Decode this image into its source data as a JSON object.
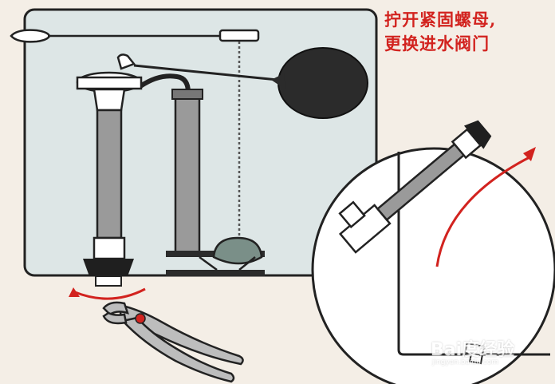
{
  "caption": {
    "line1": "拧开紧固螺母,",
    "line2": "更换进水阀门"
  },
  "watermark": {
    "brand": "Bai度经验",
    "url": "jingyan.baidu.com"
  },
  "colors": {
    "accent_arrow": "#d2231f",
    "tank_fill": "#dde6e6",
    "outline": "#222222",
    "float_ball": "#2b2b2b",
    "pipe": "#9a9a9a"
  },
  "icons": [
    "pliers-icon",
    "float-ball-icon",
    "rotation-arrow-icon",
    "curved-arrow-icon"
  ]
}
